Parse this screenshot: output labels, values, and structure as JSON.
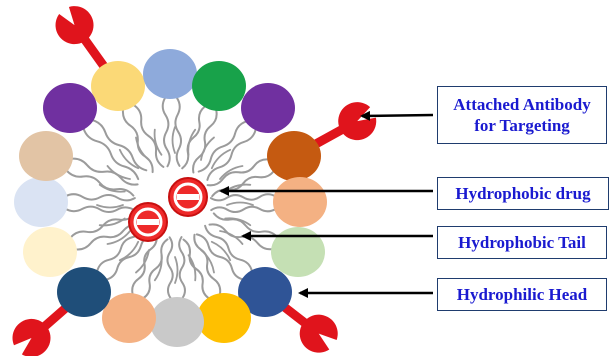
{
  "labels": {
    "antibody": [
      "Attached Antibody",
      "for Targeting"
    ],
    "drug": "Hydrophobic drug",
    "tail": "Hydrophobic Tail",
    "head": "Hydrophilic Head"
  },
  "colors": {
    "antibody": "#e0141c",
    "drug_fill": "#ee2a2a",
    "drug_ring": "#3a3ab8",
    "tail": "#9b9b9b",
    "arrow": "#000000",
    "label_text": "#1a1ad0",
    "label_border": "#1f3c6e"
  },
  "heads": [
    {
      "name": "head-yellow-top",
      "color": "#fbd977"
    },
    {
      "name": "head-blue-top",
      "color": "#8eaadb"
    },
    {
      "name": "head-green-top",
      "color": "#18a24a"
    },
    {
      "name": "head-purple-right",
      "color": "#7030a0"
    },
    {
      "name": "head-brown-right",
      "color": "#c55a11"
    },
    {
      "name": "head-peach-right",
      "color": "#f4b183"
    },
    {
      "name": "head-lightgreen-right",
      "color": "#c5e0b4"
    },
    {
      "name": "head-navy-right",
      "color": "#2f5496"
    },
    {
      "name": "head-gold-bottom",
      "color": "#ffc000"
    },
    {
      "name": "head-gray-bottom",
      "color": "#c9c9c9"
    },
    {
      "name": "head-salmon-bottom",
      "color": "#f4b183"
    },
    {
      "name": "head-darkblue-bottom",
      "color": "#1f4e79"
    },
    {
      "name": "head-cream-left",
      "color": "#fff2cc"
    },
    {
      "name": "head-paleblue-left",
      "color": "#dae3f3"
    },
    {
      "name": "head-tan-left",
      "color": "#e2c4a5"
    },
    {
      "name": "head-purple-left",
      "color": "#7030a0"
    }
  ]
}
